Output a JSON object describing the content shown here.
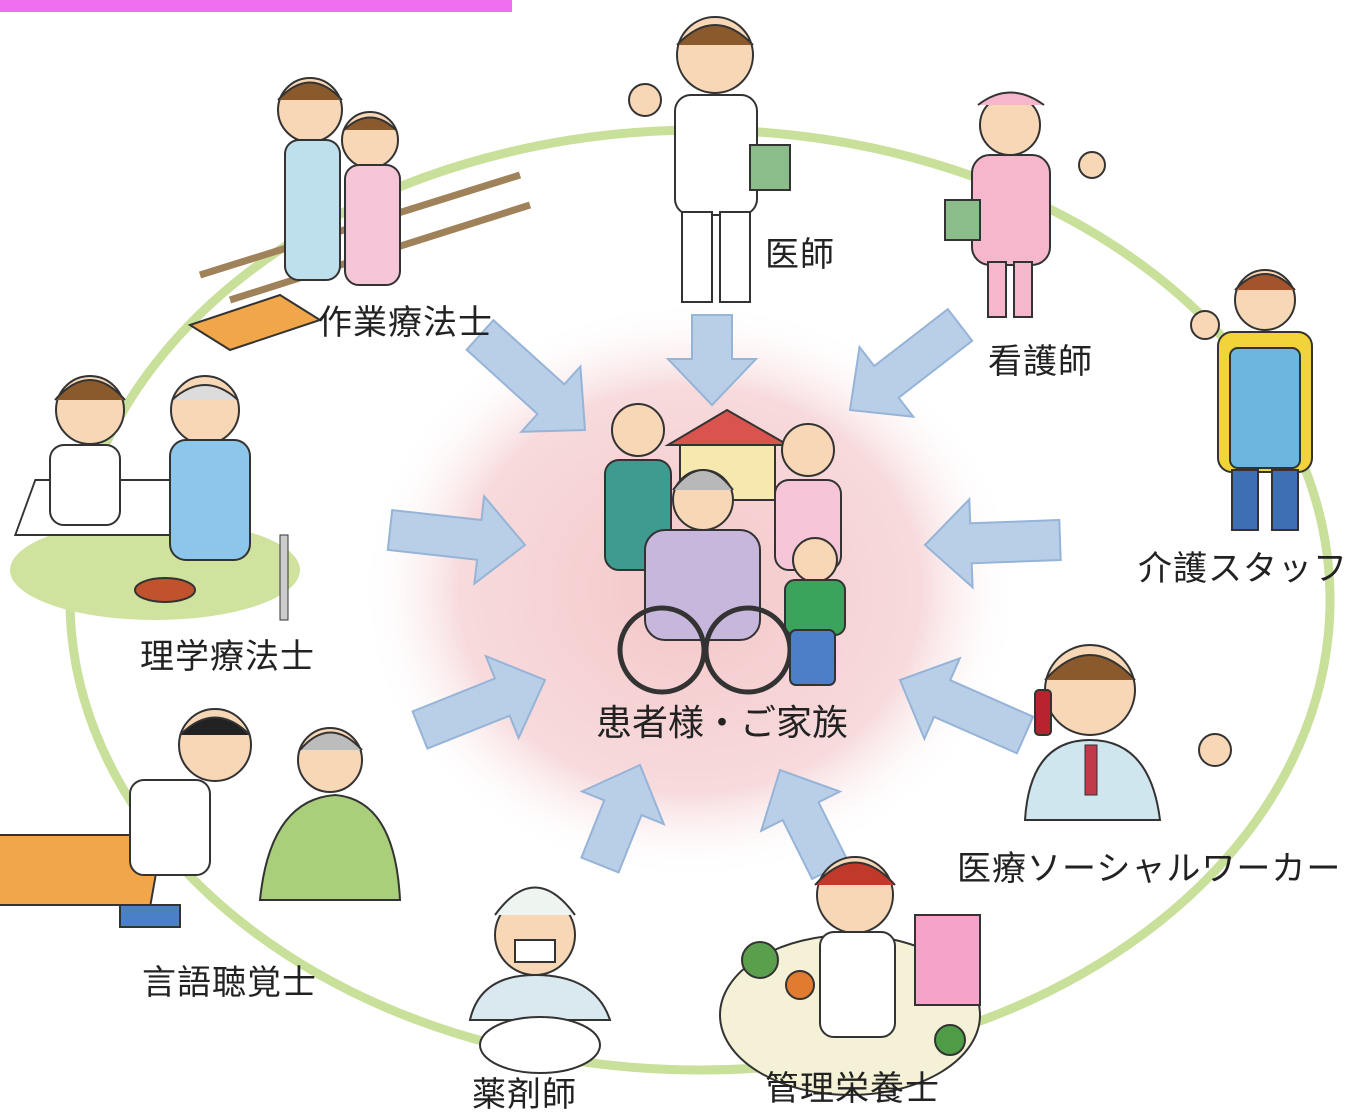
{
  "center": {
    "label": "患者様・ご家族"
  },
  "roles": [
    {
      "id": "doctor",
      "label": "医師",
      "figure": "doctor-figure"
    },
    {
      "id": "nurse",
      "label": "看護師",
      "figure": "nurse-figure"
    },
    {
      "id": "care-staff",
      "label": "介護スタッフ",
      "figure": "care-staff-figure"
    },
    {
      "id": "social-worker",
      "label": "医療ソーシャルワーカー",
      "figure": "social-worker-figure"
    },
    {
      "id": "dietitian",
      "label": "管理栄養士",
      "figure": "dietitian-figure"
    },
    {
      "id": "pharmacist",
      "label": "薬剤師",
      "figure": "pharmacist-figure"
    },
    {
      "id": "speech-therapist",
      "label": "言語聴覚士",
      "figure": "speech-therapist-figure"
    },
    {
      "id": "physical-therapist",
      "label": "理学療法士",
      "figure": "physical-therapist-figure"
    },
    {
      "id": "occupational-therapist",
      "label": "作業療法士",
      "figure": "occupational-therapist-figure"
    }
  ],
  "colors": {
    "header_bar": "#f06ef0",
    "ring": "#c8e09a",
    "center_glow": "#f4c6c8",
    "arrow_fill": "#b9cfe8",
    "arrow_stroke": "#95b4d8"
  }
}
